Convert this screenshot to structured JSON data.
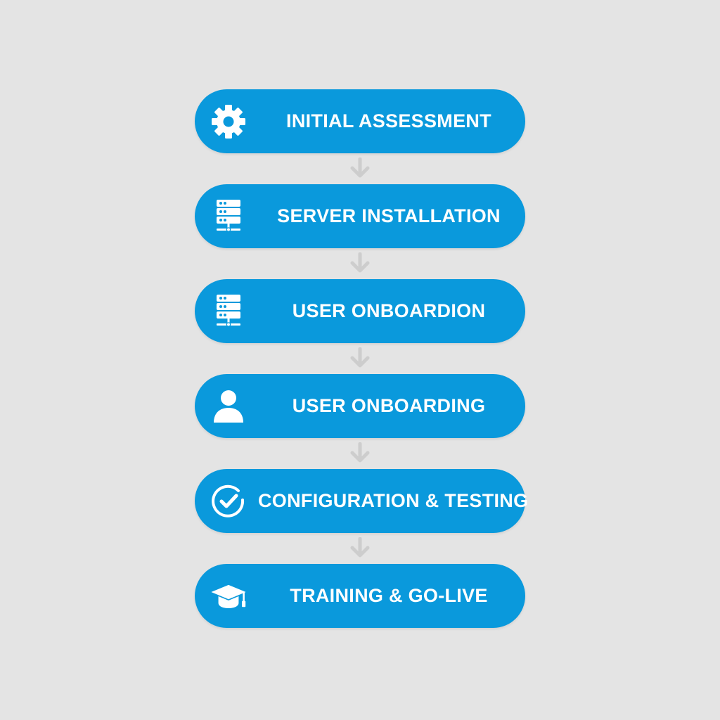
{
  "steps": [
    {
      "label": "INITIAL ASSESSMENT",
      "icon": "gear-icon"
    },
    {
      "label": "SERVER INSTALLATION",
      "icon": "server-icon"
    },
    {
      "label": "USER ONBOARDION",
      "icon": "server-icon"
    },
    {
      "label": "USER ONBOARDING",
      "icon": "user-icon"
    },
    {
      "label": "CONFIGURATION & TESTING",
      "icon": "check-circle-icon"
    },
    {
      "label": "TRAINING & GO-LIVE",
      "icon": "graduation-cap-icon"
    }
  ],
  "colors": {
    "background": "#e4e4e4",
    "step_fill": "#0a99dc",
    "step_text": "#ffffff",
    "arrow": "#cdcdcd"
  }
}
